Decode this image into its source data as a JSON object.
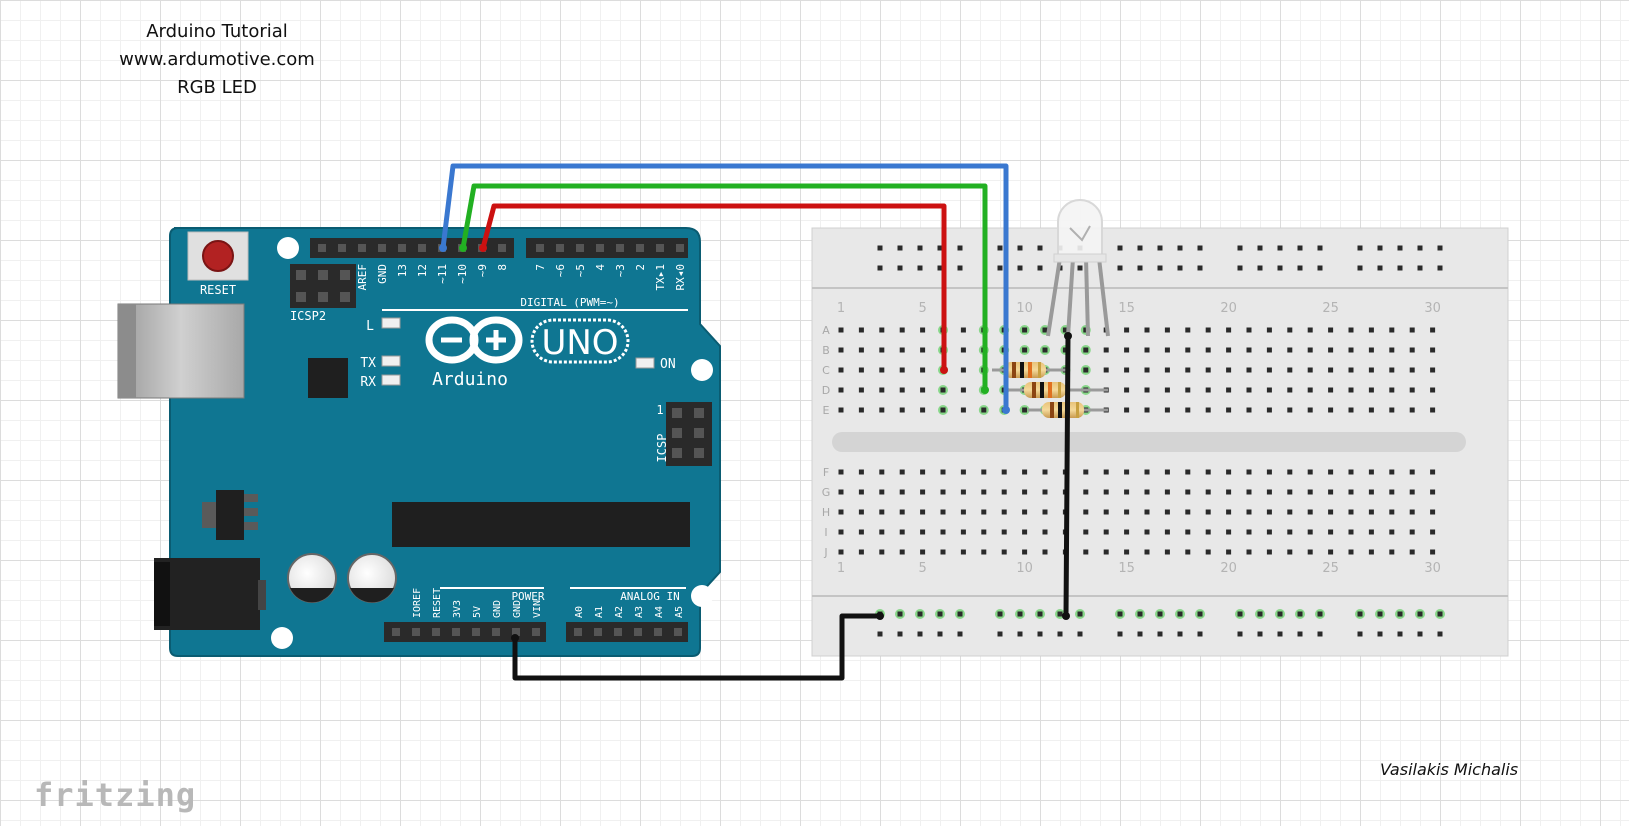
{
  "header": {
    "line1": "Arduino Tutorial",
    "line2": "www.ardumotive.com",
    "line3": "RGB LED"
  },
  "author": "Vasilakis Michalis",
  "logo": "fritzing",
  "arduino": {
    "reset_label": "RESET",
    "icsp2_label": "ICSP2",
    "icsp_label": "ICSP",
    "icsp_pin1": "1",
    "digital_header_label": "DIGITAL (PWM=~)",
    "digital_pins_left": [
      "AREF",
      "GND",
      "13",
      "12",
      "~11",
      "~10",
      "~9",
      "8"
    ],
    "digital_pins_right": [
      "7",
      "~6",
      "~5",
      "4",
      "~3",
      "2",
      "TX▸1",
      "RX◂0"
    ],
    "led_l": "L",
    "led_tx": "TX",
    "led_rx": "RX",
    "led_on": "ON",
    "brand": "Arduino",
    "model": "UNO",
    "power_label": "POWER",
    "analog_label": "ANALOG IN",
    "power_pins": [
      "IOREF",
      "RESET",
      "3V3",
      "5V",
      "GND",
      "GND",
      "VIN"
    ],
    "analog_pins": [
      "A0",
      "A1",
      "A2",
      "A3",
      "A4",
      "A5"
    ]
  },
  "breadboard": {
    "row_labels_top": [
      "A",
      "B",
      "C",
      "D",
      "E"
    ],
    "row_labels_bottom": [
      "F",
      "G",
      "H",
      "I",
      "J"
    ],
    "column_numbers": [
      "1",
      "5",
      "10",
      "15",
      "20",
      "25",
      "30"
    ]
  },
  "components": {
    "led": "rgb-led",
    "resistors": 3
  },
  "wires": [
    {
      "name": "blue-wire",
      "color": "#3a78d0",
      "from": "~11",
      "to": "E9"
    },
    {
      "name": "green-wire",
      "color": "#22b022",
      "from": "~10",
      "to": "D8"
    },
    {
      "name": "red-wire",
      "color": "#cc1111",
      "from": "~9",
      "to": "C6"
    },
    {
      "name": "black-wire-gnd",
      "color": "#111111",
      "from": "GND",
      "to": "ground-rail"
    },
    {
      "name": "black-wire-led",
      "color": "#111111",
      "from": "led-common",
      "to": "ground-rail"
    }
  ],
  "colors": {
    "board": "#0f7692",
    "header": "#2a2a2a",
    "breadboard": "#e8e8e8",
    "highlight": "#39c93a"
  }
}
